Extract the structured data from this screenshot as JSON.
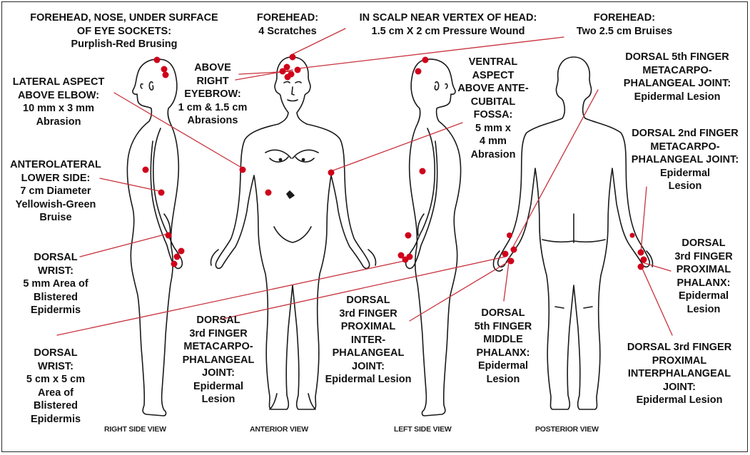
{
  "labels": {
    "forehead_nose": "FOREHEAD, NOSE, UNDER SURFACE\nOF EYE SOCKETS:\nPurplish-Red Brusing",
    "forehead_scratches": "FOREHEAD:\n4 Scratches",
    "scalp_vertex": "IN SCALP NEAR VERTEX OF HEAD:\n1.5 cm X 2 cm Pressure Wound",
    "forehead_bruises": "FOREHEAD:\nTwo 2.5 cm Bruises",
    "dorsal_5th_mcp": "DORSAL 5th FINGER\nMETACARPO-\nPHALANGEAL JOINT:\nEpidermal Lesion",
    "lateral_elbow": "LATERAL ASPECT\nABOVE ELBOW:\n10 mm x 3 mm\nAbrasion",
    "above_eyebrow": "ABOVE\nRIGHT\nEYEBROW:\n1 cm & 1.5 cm\nAbrasions",
    "ventral_aspect": "VENTRAL\nASPECT\nABOVE ANTE-\nCUBITAL\nFOSSA:\n5 mm x\n4 mm\nAbrasion",
    "dorsal_2nd_mcp": "DORSAL 2nd FINGER\nMETACARPO-\nPHALANGEAL JOINT:\nEpidermal\nLesion",
    "anterolateral": "ANTEROLATERAL\nLOWER SIDE:\n7 cm Diameter\nYellowish-Green\nBruise",
    "dorsal_3rd_prox_phalanx": "DORSAL\n3rd FINGER\nPROXIMAL\nPHALANX:\nEpidermal\nLesion",
    "dorsal_wrist_5mm": "DORSAL\nWRIST:\n5 mm Area of\nBlistered\nEpidermis",
    "dorsal_3rd_pip": "DORSAL\n3rd FINGER\nPROXIMAL\nINTER-\nPHALANGEAL\nJOINT:\nEpidermal Lesion",
    "dorsal_5th_middle": "DORSAL\n5th FINGER\nMIDDLE\nPHALANX:\nEpidermal\nLesion",
    "dorsal_3rd_mcp": "DORSAL\n3rd FINGER\nMETACARPO-\nPHALANGEAL\nJOINT:\nEpidermal\nLesion",
    "dorsal_3rd_prox_interphalangeal": "DORSAL 3rd FINGER\nPROXIMAL\nINTERPHALANGEAL\nJOINT:\nEpidermal Lesion",
    "dorsal_wrist_5cm": "DORSAL\nWRIST:\n5 cm x 5 cm\nArea of\nBlistered\nEpidermis"
  },
  "views": {
    "right_side": "RIGHT SIDE VIEW",
    "anterior": "ANTERIOR VIEW",
    "left_side": "LEFT SIDE VIEW",
    "posterior": "POSTERIOR VIEW"
  },
  "colors": {
    "injury_dot": "#d0021b",
    "leader_line": "#c8323c",
    "outline": "#1a1a1a"
  }
}
